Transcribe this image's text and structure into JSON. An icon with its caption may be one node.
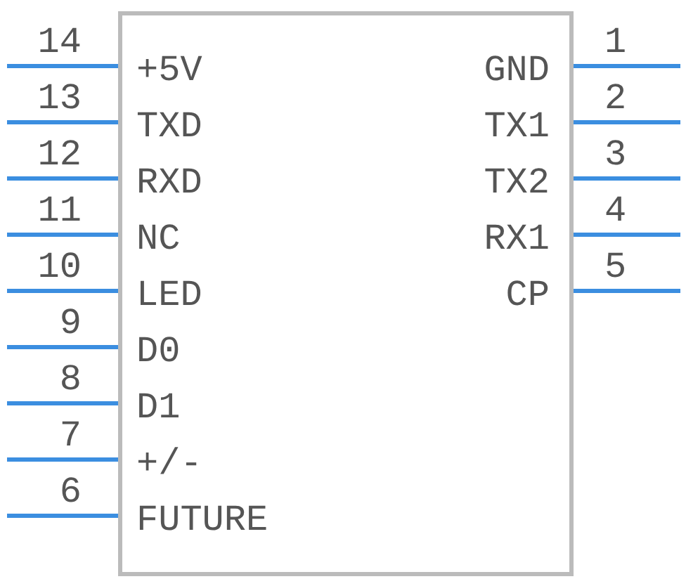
{
  "diagram": {
    "nodes": [
      {
        "text": [
          "+5V",
          "TXD",
          "RXD",
          "NC",
          "LED",
          "D0",
          "D1",
          "+/-",
          "FUTURE",
          "GND",
          "TX1",
          "TX2",
          "RX1",
          "CP"
        ]
      }
    ],
    "labels": [
      "14",
      "13",
      "12",
      "11",
      "10",
      "9",
      "8",
      "7",
      "6",
      "1",
      "2",
      "3",
      "4",
      "5"
    ]
  }
}
